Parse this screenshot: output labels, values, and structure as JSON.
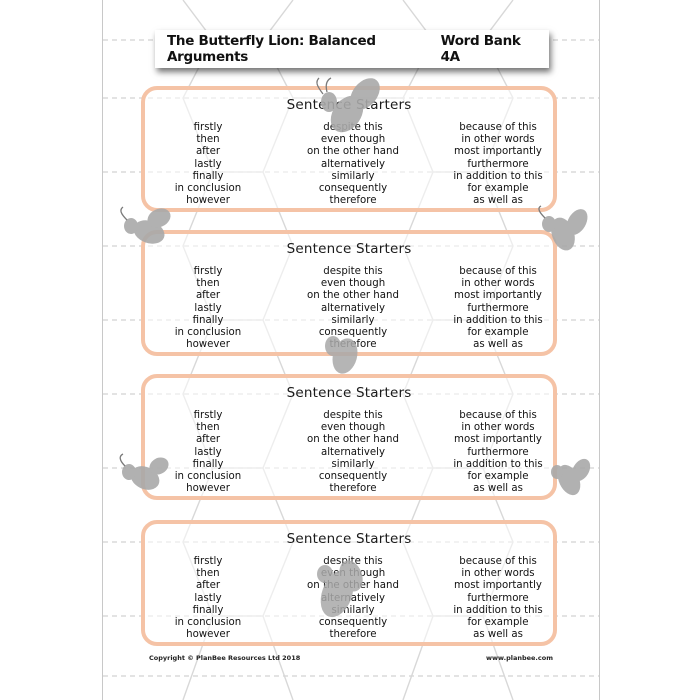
{
  "header": {
    "title": "The Butterfly Lion: Balanced Arguments",
    "code": "Word Bank 4A"
  },
  "cards": [
    {
      "title": "Sentence Starters",
      "columns": [
        [
          "firstly",
          "then",
          "after",
          "lastly",
          "finally",
          "in conclusion",
          "however"
        ],
        [
          "despite this",
          "even though",
          "on the other hand",
          "alternatively",
          "similarly",
          "consequently",
          "therefore"
        ],
        [
          "because of this",
          "in other words",
          "most importantly",
          "furthermore",
          "in addition to this",
          "for example",
          "as well as"
        ]
      ]
    },
    {
      "title": "Sentence Starters",
      "columns": [
        [
          "firstly",
          "then",
          "after",
          "lastly",
          "finally",
          "in conclusion",
          "however"
        ],
        [
          "despite this",
          "even though",
          "on the other hand",
          "alternatively",
          "similarly",
          "consequently",
          "therefore"
        ],
        [
          "because of this",
          "in other words",
          "most importantly",
          "furthermore",
          "in addition to this",
          "for example",
          "as well as"
        ]
      ]
    },
    {
      "title": "Sentence Starters",
      "columns": [
        [
          "firstly",
          "then",
          "after",
          "lastly",
          "finally",
          "in conclusion",
          "however"
        ],
        [
          "despite this",
          "even though",
          "on the other hand",
          "alternatively",
          "similarly",
          "consequently",
          "therefore"
        ],
        [
          "because of this",
          "in other words",
          "most importantly",
          "furthermore",
          "in addition to this",
          "for example",
          "as well as"
        ]
      ]
    },
    {
      "title": "Sentence Starters",
      "columns": [
        [
          "firstly",
          "then",
          "after",
          "lastly",
          "finally",
          "in conclusion",
          "however"
        ],
        [
          "despite this",
          "even though",
          "on the other hand",
          "alternatively",
          "similarly",
          "consequently",
          "therefore"
        ],
        [
          "because of this",
          "in other words",
          "most importantly",
          "furthermore",
          "in addition to this",
          "for example",
          "as well as"
        ]
      ]
    }
  ],
  "footer": {
    "copyright": "Copyright © PlanBee Resources Ltd 2018",
    "website": "www.planbee.com"
  },
  "colors": {
    "card_border": "#f5c3a6",
    "pattern_line": "#cfcfcf",
    "bee": "#a9a9a9"
  },
  "decorations": [
    "bee-icon",
    "bee-icon",
    "bee-icon",
    "bee-icon",
    "bee-icon",
    "bee-icon",
    "bee-icon"
  ]
}
